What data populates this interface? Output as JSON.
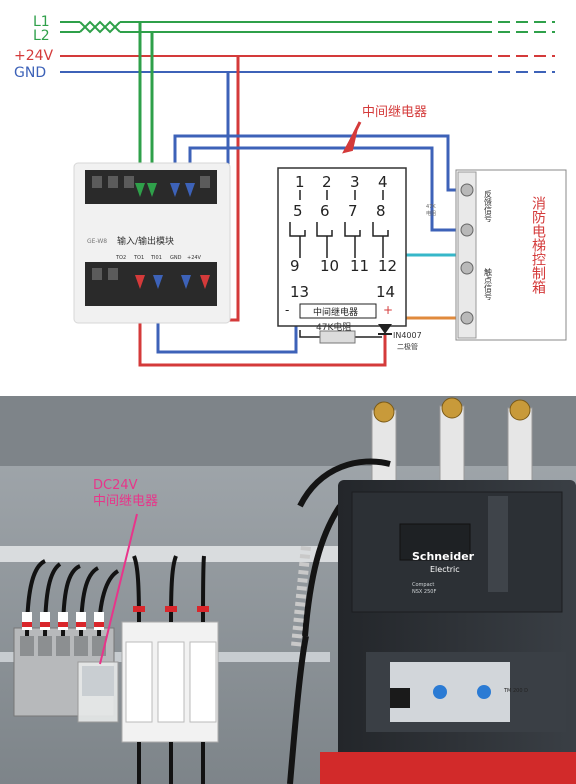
{
  "wiring_diagram": {
    "bus_lines": [
      "L1",
      "L2",
      "+24V",
      "GND"
    ],
    "relay_callout": "中间继电器",
    "io_module": {
      "model": "GE-W8",
      "title": "输入/输出模块",
      "bottom_terminal_labels": [
        "TO2",
        "TO1",
        "TI01",
        "GND",
        "+24V"
      ]
    },
    "relay": {
      "pins_top": [
        "1",
        "2",
        "3",
        "4"
      ],
      "pins_mid": [
        "5",
        "6",
        "7",
        "8"
      ],
      "pins_bottom": [
        "9",
        "10",
        "11",
        "12"
      ],
      "coil_pin_minus": "13",
      "coil_pin_plus": "14",
      "minus_sign": "-",
      "plus_sign": "+",
      "body_label": "中间继电器"
    },
    "resistor_label": "47K电阻",
    "diode_label": "IN4007",
    "diode_sublabel": "二极管",
    "small_resistor_label": "47K",
    "small_resistor_sublabel": "电阻",
    "elevator_box": {
      "feedback_label": "反馈信号",
      "contact_label": "触点信号",
      "cabinet_label": "消防电梯控制箱"
    },
    "colors": {
      "L1": "#2fa04a",
      "L2": "#2fa04a",
      "+24V": "#d43a3a",
      "GND": "#3d62b8",
      "cyan": "#36b7c9",
      "orange": "#e08a3c"
    }
  },
  "photo": {
    "dc_label_line1": "DC24V",
    "dc_label_line2": "中间继电器",
    "breaker_brand": "Schneider",
    "breaker_brand_sub": "Electric",
    "breaker_series": "Compact",
    "breaker_model": "NSX 250F",
    "breaker_unit_label": "TM 200 D",
    "label_color": "#e8358a"
  }
}
